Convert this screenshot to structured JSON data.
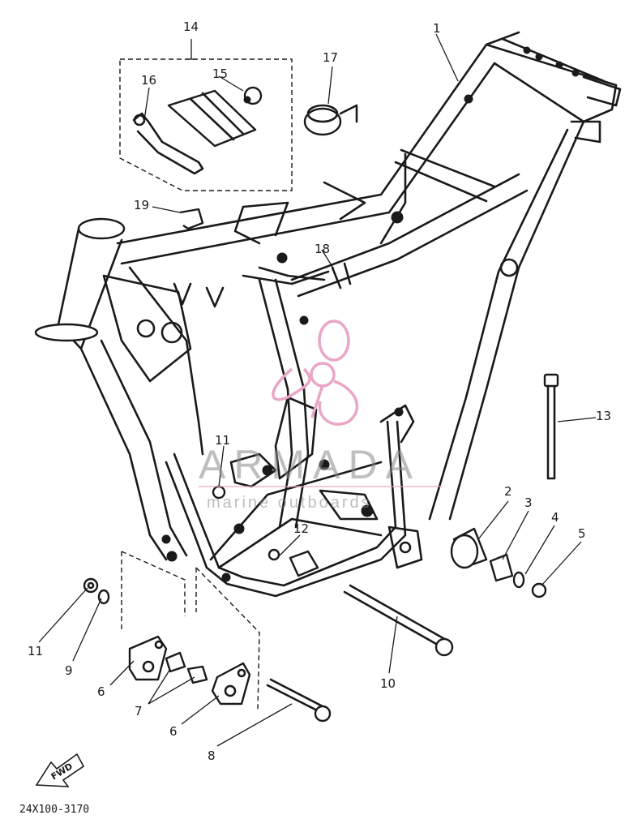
{
  "diagram_code": "24X100-3170",
  "fwd_label": "FWD",
  "watermark": {
    "brand": "ARMADA",
    "tagline": "marine outboards",
    "color": "#e9a6c6"
  },
  "callouts": [
    {
      "id": "c1",
      "label": "1"
    },
    {
      "id": "c2",
      "label": "2"
    },
    {
      "id": "c3",
      "label": "3"
    },
    {
      "id": "c4",
      "label": "4"
    },
    {
      "id": "c5",
      "label": "5"
    },
    {
      "id": "c6a",
      "label": "6"
    },
    {
      "id": "c6b",
      "label": "6"
    },
    {
      "id": "c7",
      "label": "7"
    },
    {
      "id": "c8",
      "label": "8"
    },
    {
      "id": "c9",
      "label": "9"
    },
    {
      "id": "c10",
      "label": "10"
    },
    {
      "id": "c11a",
      "label": "11"
    },
    {
      "id": "c11b",
      "label": "11"
    },
    {
      "id": "c12",
      "label": "12"
    },
    {
      "id": "c13",
      "label": "13"
    },
    {
      "id": "c14",
      "label": "14"
    },
    {
      "id": "c15",
      "label": "15"
    },
    {
      "id": "c16",
      "label": "16"
    },
    {
      "id": "c17",
      "label": "17"
    },
    {
      "id": "c18",
      "label": "18"
    },
    {
      "id": "c19",
      "label": "19"
    }
  ]
}
